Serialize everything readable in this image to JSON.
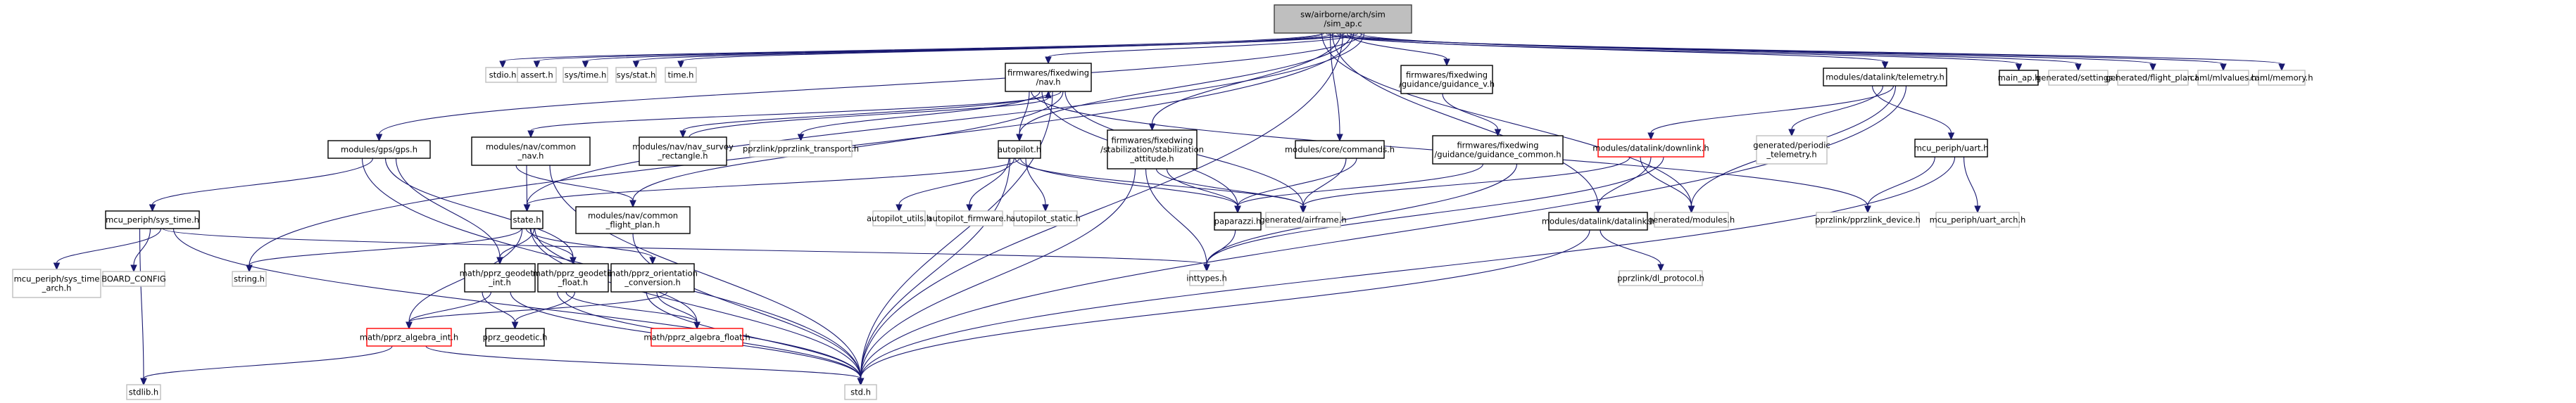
{
  "graph": {
    "title": "Include dependency graph for sim_ap.c",
    "colors": {
      "edge": "#191970",
      "root_fill": "#bfbfbf",
      "root_border": "#404040",
      "documented_border": "#000000",
      "undocumented_border": "#bfbfbf",
      "truncated_border": "#ff0000"
    },
    "nodes": [
      {
        "id": "sim_ap",
        "label": [
          "sw/airborne/arch/sim",
          "/sim_ap.c"
        ],
        "kind": "root"
      },
      {
        "id": "stdio",
        "label": [
          "stdio.h"
        ],
        "kind": "external"
      },
      {
        "id": "assert",
        "label": [
          "assert.h"
        ],
        "kind": "external"
      },
      {
        "id": "systime",
        "label": [
          "sys/time.h"
        ],
        "kind": "external"
      },
      {
        "id": "sysstat",
        "label": [
          "sys/stat.h"
        ],
        "kind": "external"
      },
      {
        "id": "time",
        "label": [
          "time.h"
        ],
        "kind": "external"
      },
      {
        "id": "nav",
        "label": [
          "firmwares/fixedwing",
          "/nav.h"
        ],
        "kind": "documented"
      },
      {
        "id": "guidance_v",
        "label": [
          "firmwares/fixedwing",
          "/guidance/guidance_v.h"
        ],
        "kind": "documented"
      },
      {
        "id": "telemetry",
        "label": [
          "modules/datalink/telemetry.h"
        ],
        "kind": "documented"
      },
      {
        "id": "main_ap",
        "label": [
          "main_ap.h"
        ],
        "kind": "documented"
      },
      {
        "id": "settings",
        "label": [
          "generated/settings.h"
        ],
        "kind": "external"
      },
      {
        "id": "flight_plan",
        "label": [
          "generated/flight_plan.h"
        ],
        "kind": "external"
      },
      {
        "id": "mlvalues",
        "label": [
          "caml/mlvalues.h"
        ],
        "kind": "external"
      },
      {
        "id": "memory",
        "label": [
          "caml/memory.h"
        ],
        "kind": "external"
      },
      {
        "id": "gps",
        "label": [
          "modules/gps/gps.h"
        ],
        "kind": "documented"
      },
      {
        "id": "common_nav",
        "label": [
          "modules/nav/common",
          "_nav.h"
        ],
        "kind": "documented"
      },
      {
        "id": "survey_rect",
        "label": [
          "modules/nav/nav_survey",
          "_rectangle.h"
        ],
        "kind": "documented"
      },
      {
        "id": "pprz_transport",
        "label": [
          "pprzlink/pprzlink_transport.h"
        ],
        "kind": "external"
      },
      {
        "id": "autopilot",
        "label": [
          "autopilot.h"
        ],
        "kind": "documented"
      },
      {
        "id": "stab_att",
        "label": [
          "firmwares/fixedwing",
          "/stabilization/stabilization",
          "_attitude.h"
        ],
        "kind": "documented"
      },
      {
        "id": "commands",
        "label": [
          "modules/core/commands.h"
        ],
        "kind": "documented"
      },
      {
        "id": "guidance_common",
        "label": [
          "firmwares/fixedwing",
          "/guidance/guidance_common.h"
        ],
        "kind": "documented"
      },
      {
        "id": "downlink",
        "label": [
          "modules/datalink/downlink.h"
        ],
        "kind": "truncated"
      },
      {
        "id": "periodic_tel",
        "label": [
          "generated/periodic",
          "_telemetry.h"
        ],
        "kind": "external"
      },
      {
        "id": "uart",
        "label": [
          "mcu_periph/uart.h"
        ],
        "kind": "documented"
      },
      {
        "id": "sys_time",
        "label": [
          "mcu_periph/sys_time.h"
        ],
        "kind": "documented"
      },
      {
        "id": "state",
        "label": [
          "state.h"
        ],
        "kind": "documented"
      },
      {
        "id": "flight_plan_common",
        "label": [
          "modules/nav/common",
          "_flight_plan.h"
        ],
        "kind": "documented"
      },
      {
        "id": "autopilot_utils",
        "label": [
          "autopilot_utils.h"
        ],
        "kind": "external"
      },
      {
        "id": "autopilot_firmware",
        "label": [
          "autopilot_firmware.h"
        ],
        "kind": "external"
      },
      {
        "id": "autopilot_static",
        "label": [
          "autopilot_static.h"
        ],
        "kind": "external"
      },
      {
        "id": "paparazzi",
        "label": [
          "paparazzi.h"
        ],
        "kind": "documented"
      },
      {
        "id": "airframe",
        "label": [
          "generated/airframe.h"
        ],
        "kind": "external"
      },
      {
        "id": "datalink",
        "label": [
          "modules/datalink/datalink.h"
        ],
        "kind": "documented"
      },
      {
        "id": "modules",
        "label": [
          "generated/modules.h"
        ],
        "kind": "external"
      },
      {
        "id": "pprz_device",
        "label": [
          "pprzlink/pprzlink_device.h"
        ],
        "kind": "external"
      },
      {
        "id": "uart_arch",
        "label": [
          "mcu_periph/uart_arch.h"
        ],
        "kind": "external"
      },
      {
        "id": "sys_time_arch",
        "label": [
          "mcu_periph/sys_time",
          "_arch.h"
        ],
        "kind": "external"
      },
      {
        "id": "board_config",
        "label": [
          "BOARD_CONFIG"
        ],
        "kind": "external"
      },
      {
        "id": "string",
        "label": [
          "string.h"
        ],
        "kind": "external"
      },
      {
        "id": "geodetic_int",
        "label": [
          "math/pprz_geodetic",
          "_int.h"
        ],
        "kind": "documented"
      },
      {
        "id": "geodetic_float",
        "label": [
          "math/pprz_geodetic",
          "_float.h"
        ],
        "kind": "documented"
      },
      {
        "id": "orientation",
        "label": [
          "math/pprz_orientation",
          "_conversion.h"
        ],
        "kind": "documented"
      },
      {
        "id": "inttypes",
        "label": [
          "inttypes.h"
        ],
        "kind": "external"
      },
      {
        "id": "dl_protocol",
        "label": [
          "pprzlink/dl_protocol.h"
        ],
        "kind": "external"
      },
      {
        "id": "algebra_int",
        "label": [
          "math/pprz_algebra_int.h"
        ],
        "kind": "truncated"
      },
      {
        "id": "pprz_geodetic",
        "label": [
          "pprz_geodetic.h"
        ],
        "kind": "documented"
      },
      {
        "id": "algebra_float",
        "label": [
          "math/pprz_algebra_float.h"
        ],
        "kind": "truncated"
      },
      {
        "id": "stdlib",
        "label": [
          "stdlib.h"
        ],
        "kind": "external"
      },
      {
        "id": "std",
        "label": [
          "std.h"
        ],
        "kind": "external"
      }
    ],
    "edges": [
      [
        "sim_ap",
        "stdio"
      ],
      [
        "sim_ap",
        "assert"
      ],
      [
        "sim_ap",
        "systime"
      ],
      [
        "sim_ap",
        "sysstat"
      ],
      [
        "sim_ap",
        "time"
      ],
      [
        "sim_ap",
        "nav"
      ],
      [
        "sim_ap",
        "guidance_v"
      ],
      [
        "sim_ap",
        "telemetry"
      ],
      [
        "sim_ap",
        "main_ap"
      ],
      [
        "sim_ap",
        "settings"
      ],
      [
        "sim_ap",
        "flight_plan"
      ],
      [
        "sim_ap",
        "mlvalues"
      ],
      [
        "sim_ap",
        "memory"
      ],
      [
        "sim_ap",
        "gps"
      ],
      [
        "sim_ap",
        "autopilot"
      ],
      [
        "sim_ap",
        "stab_att"
      ],
      [
        "sim_ap",
        "commands"
      ],
      [
        "sim_ap",
        "state"
      ],
      [
        "sim_ap",
        "string"
      ],
      [
        "sim_ap",
        "std"
      ],
      [
        "sim_ap",
        "datalink"
      ],
      [
        "sim_ap",
        "modules"
      ],
      [
        "nav",
        "common_nav"
      ],
      [
        "nav",
        "survey_rect"
      ],
      [
        "nav",
        "pprz_transport"
      ],
      [
        "nav",
        "autopilot"
      ],
      [
        "nav",
        "flight_plan_common"
      ],
      [
        "nav",
        "std"
      ],
      [
        "nav",
        "paparazzi"
      ],
      [
        "nav",
        "pprz_device"
      ],
      [
        "nav",
        "airframe"
      ],
      [
        "survey_rect",
        "nav"
      ],
      [
        "guidance_v",
        "guidance_common"
      ],
      [
        "guidance_common",
        "paparazzi"
      ],
      [
        "guidance_common",
        "inttypes"
      ],
      [
        "telemetry",
        "downlink"
      ],
      [
        "telemetry",
        "periodic_tel"
      ],
      [
        "telemetry",
        "uart"
      ],
      [
        "telemetry",
        "std"
      ],
      [
        "telemetry",
        "modules"
      ],
      [
        "downlink",
        "datalink"
      ],
      [
        "downlink",
        "modules"
      ],
      [
        "downlink",
        "airframe"
      ],
      [
        "downlink",
        "inttypes"
      ],
      [
        "datalink",
        "dl_protocol"
      ],
      [
        "datalink",
        "std"
      ],
      [
        "uart",
        "pprz_device"
      ],
      [
        "uart",
        "uart_arch"
      ],
      [
        "uart",
        "std"
      ],
      [
        "gps",
        "sys_time"
      ],
      [
        "gps",
        "std"
      ],
      [
        "gps",
        "geodetic_int"
      ],
      [
        "gps",
        "geodetic_float"
      ],
      [
        "common_nav",
        "state"
      ],
      [
        "common_nav",
        "flight_plan_common"
      ],
      [
        "common_nav",
        "std"
      ],
      [
        "sys_time",
        "sys_time_arch"
      ],
      [
        "sys_time",
        "board_config"
      ],
      [
        "sys_time",
        "stdlib"
      ],
      [
        "sys_time",
        "std"
      ],
      [
        "sys_time",
        "inttypes"
      ],
      [
        "autopilot",
        "state"
      ],
      [
        "autopilot",
        "autopilot_utils"
      ],
      [
        "autopilot",
        "autopilot_firmware"
      ],
      [
        "autopilot",
        "autopilot_static"
      ],
      [
        "autopilot",
        "paparazzi"
      ],
      [
        "autopilot",
        "airframe"
      ],
      [
        "autopilot",
        "std"
      ],
      [
        "stab_att",
        "paparazzi"
      ],
      [
        "stab_att",
        "airframe"
      ],
      [
        "stab_att",
        "inttypes"
      ],
      [
        "stab_att",
        "std"
      ],
      [
        "commands",
        "paparazzi"
      ],
      [
        "commands",
        "airframe"
      ],
      [
        "paparazzi",
        "inttypes"
      ],
      [
        "state",
        "string"
      ],
      [
        "state",
        "geodetic_int"
      ],
      [
        "state",
        "geodetic_float"
      ],
      [
        "state",
        "orientation"
      ],
      [
        "state",
        "algebra_int"
      ],
      [
        "state",
        "algebra_float"
      ],
      [
        "state",
        "std"
      ],
      [
        "flight_plan_common",
        "std"
      ],
      [
        "geodetic_int",
        "algebra_int"
      ],
      [
        "geodetic_int",
        "pprz_geodetic"
      ],
      [
        "geodetic_int",
        "std"
      ],
      [
        "geodetic_float",
        "pprz_geodetic"
      ],
      [
        "geodetic_float",
        "algebra_float"
      ],
      [
        "geodetic_float",
        "std"
      ],
      [
        "orientation",
        "algebra_int"
      ],
      [
        "orientation",
        "algebra_float"
      ],
      [
        "orientation",
        "std"
      ],
      [
        "algebra_int",
        "stdlib"
      ],
      [
        "algebra_int",
        "std"
      ]
    ]
  }
}
